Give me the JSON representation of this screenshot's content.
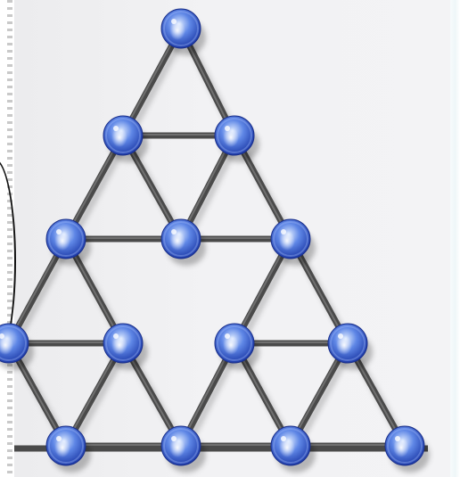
{
  "figure": {
    "type": "triangular-lattice",
    "colors": {
      "sphere_light": "#dce9ff",
      "sphere_mid": "#5f87e6",
      "sphere_dark": "#1d3aa8",
      "rod": "#4a4a4a",
      "rod_highlight": "#8a8a8a",
      "background": "#efeff1"
    },
    "nodes": [
      {
        "id": "a1"
      },
      {
        "id": "b1"
      },
      {
        "id": "b2"
      },
      {
        "id": "c1"
      },
      {
        "id": "c2"
      },
      {
        "id": "c3"
      },
      {
        "id": "d1"
      },
      {
        "id": "d2"
      },
      {
        "id": "d3"
      },
      {
        "id": "d4"
      },
      {
        "id": "e1"
      },
      {
        "id": "e2"
      },
      {
        "id": "e3"
      },
      {
        "id": "e4"
      }
    ],
    "bonds": [
      [
        "a1",
        "b1"
      ],
      [
        "a1",
        "b2"
      ],
      [
        "b1",
        "b2"
      ],
      [
        "b1",
        "c1"
      ],
      [
        "b1",
        "c2"
      ],
      [
        "b2",
        "c2"
      ],
      [
        "b2",
        "c3"
      ],
      [
        "c1",
        "c2"
      ],
      [
        "c2",
        "c3"
      ],
      [
        "c1",
        "d1"
      ],
      [
        "c1",
        "d2"
      ],
      [
        "d1",
        "d2"
      ],
      [
        "c3",
        "d3"
      ],
      [
        "c3",
        "d4"
      ],
      [
        "d3",
        "d4"
      ],
      [
        "d1",
        "e1"
      ],
      [
        "d2",
        "e1"
      ],
      [
        "d2",
        "e2"
      ],
      [
        "d3",
        "e3"
      ],
      [
        "d3",
        "e2"
      ],
      [
        "d4",
        "e3"
      ],
      [
        "d4",
        "e4"
      ],
      [
        "e1",
        "e2"
      ],
      [
        "e2",
        "e3"
      ],
      [
        "e3",
        "e4"
      ]
    ]
  }
}
